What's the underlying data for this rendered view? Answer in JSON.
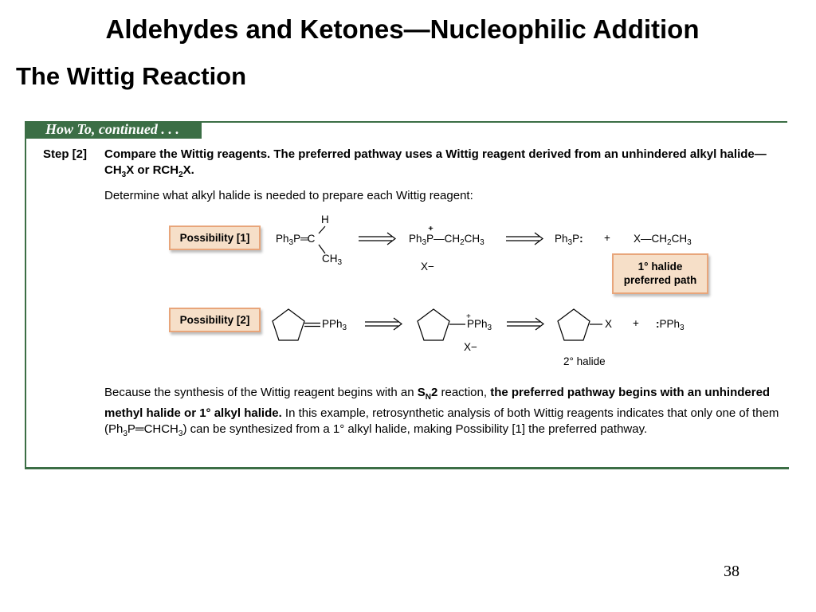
{
  "slide": {
    "title": "Aldehydes and Ketones—Nucleophilic Addition",
    "subtitle": "The Wittig Reaction",
    "page_number": "38"
  },
  "box": {
    "tab": "How To, continued . . .",
    "step_label": "Step [2]",
    "step_text": {
      "a": "Compare the Wittig reagents. The preferred pathway uses a Wittig reagent derived from an unhindered alkyl halide—CH",
      "b": "X or RCH",
      "c": "X."
    },
    "determine": "Determine what alkyl halide is needed to prepare each Wittig reagent:",
    "possibility1": {
      "label": "Possibility [1]",
      "ylide": "Ph3P═C",
      "h": "H",
      "ch3": "CH3",
      "salt": "Ph3P–CH2CH3",
      "counterion": "X−",
      "phosphine": "Ph3P:",
      "plus": "+",
      "halide": "X—CH2CH3",
      "note_line1": "1° halide",
      "note_line2": "preferred path"
    },
    "possibility2": {
      "label": "Possibility [2]",
      "ylide": "PPh3",
      "salt": "PPh3",
      "counterion": "X−",
      "halide": "X",
      "plus": "+",
      "phosphine": ":PPh3",
      "halide_type": "2° halide"
    },
    "conclusion": {
      "a": "Because the synthesis of the Wittig reagent begins with an ",
      "sn2_s": "S",
      "sn2_n": "N",
      "sn2_2": "2",
      "b": " reaction, ",
      "bold": "the preferred pathway begins with an unhindered methyl halide or 1° alkyl halide.",
      "c": " In this example, retrosynthetic analysis of both Wittig reagents indicates that only one of them (Ph",
      "d": "P",
      "e": "CHCH",
      "f": ") can be synthesized from a 1° alkyl halide, making Possibility [1] the preferred pathway."
    }
  }
}
